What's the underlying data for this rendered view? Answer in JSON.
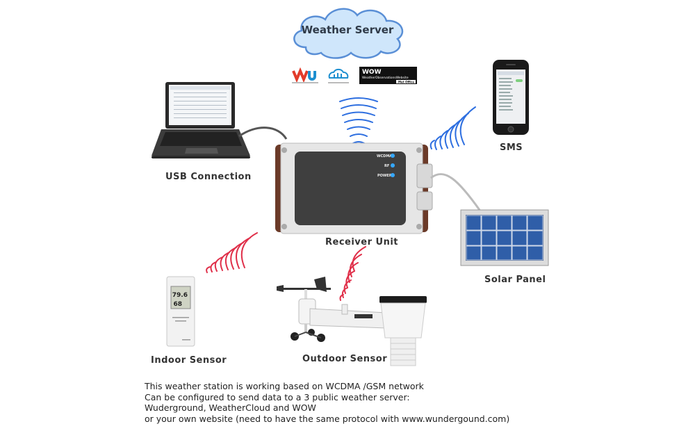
{
  "server": {
    "title": "Weather Server"
  },
  "providers": {
    "wu": "wu",
    "weathercloud": "weathercloud",
    "wow_title": "WOW",
    "wow_subtitle": "WeatherObservationsWebsite",
    "wow_metoffice": "Met Office"
  },
  "labels": {
    "usb": "USB Connection",
    "sms": "SMS",
    "receiver": "Receiver Unit",
    "solar": "Solar Panel",
    "indoor": "Indoor Sensor",
    "outdoor": "Outdoor Sensor"
  },
  "receiver_leds": [
    "WCDMA",
    "RF",
    "POWER"
  ],
  "indoor_display": {
    "temp": "79.6",
    "humidity": "68"
  },
  "description": {
    "line1": "This weather station is working based on WCDMA /GSM network",
    "line2": "Can be configured to send data to a 3 public weather server:",
    "line3": "Wuderground, WeatherCloud and WOW",
    "line4": "or your own website (need to have the same protocol with www.wundergound.com)"
  },
  "colors": {
    "cloud": "#cfe6fb",
    "cloud_border": "#5a8fd6",
    "signal_blue": "#2e6fe0",
    "signal_red": "#e0304a"
  }
}
